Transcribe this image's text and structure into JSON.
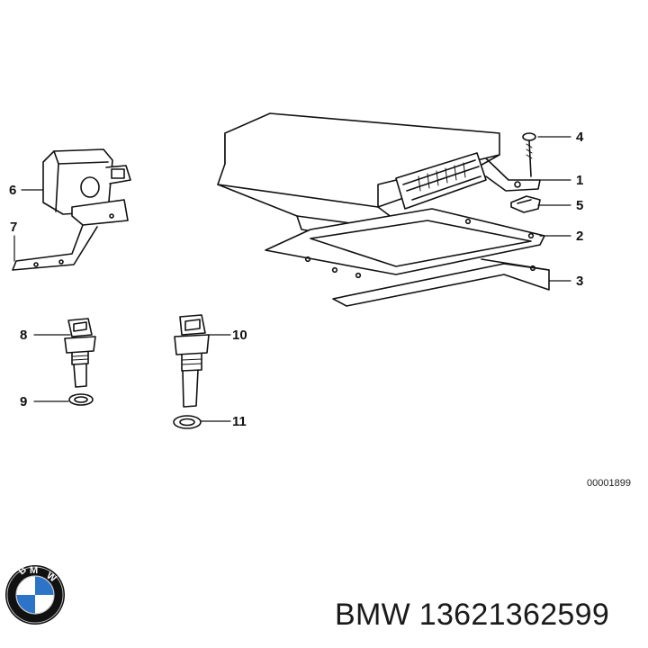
{
  "diagram": {
    "callouts": [
      "1",
      "2",
      "3",
      "4",
      "5",
      "6",
      "7",
      "8",
      "9",
      "10",
      "11"
    ],
    "drawing_code": "00001899"
  },
  "brand": {
    "logo_letters": "BMW",
    "part_caption": "BMW 13621362599",
    "colors": {
      "blue": "#2b74c7",
      "white": "#ffffff",
      "ring": "#111111"
    }
  }
}
